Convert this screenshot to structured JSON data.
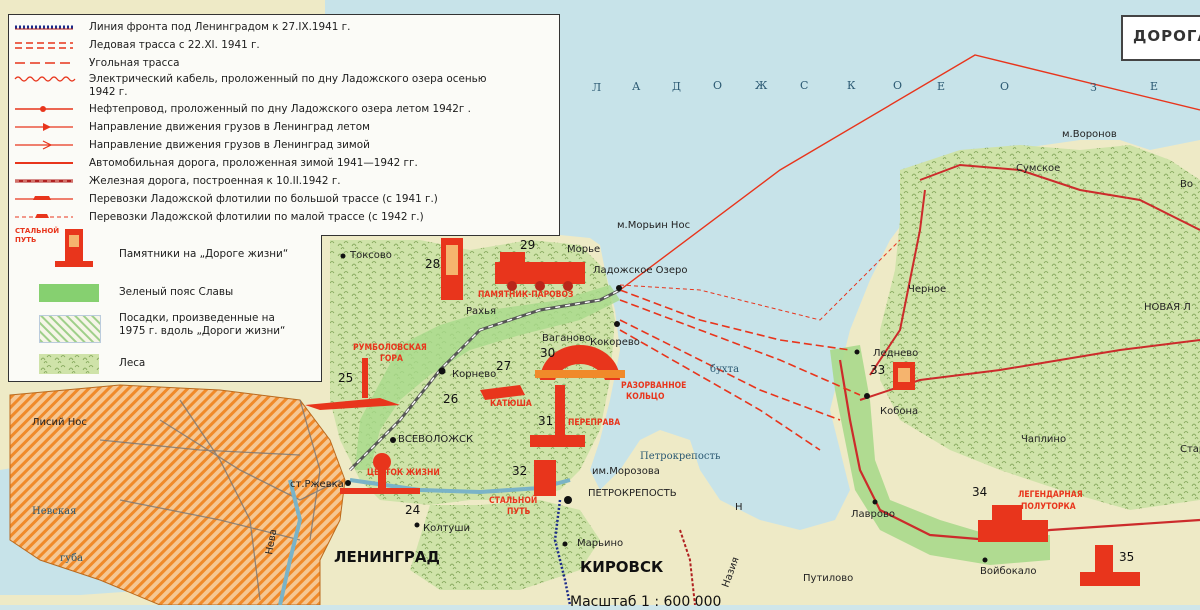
{
  "title": "ДОРОГА",
  "scale": "Масштаб 1 : 600 000",
  "lake_name": [
    "Л",
    "А",
    "Д",
    "О",
    "Ж",
    "С",
    "К",
    "О",
    "Е",
    "О",
    "З",
    "Е"
  ],
  "legend": [
    {
      "text": "Линия фронта под Ленинградом  к 27.IX.1941 г."
    },
    {
      "text": "Ледовая трасса  с 22.XI. 1941 г."
    },
    {
      "text": "Угольная трасса"
    },
    {
      "text": "Электрический кабель, проложенный по дну Ладожского озера осенью"
    },
    {
      "text": "1942 г."
    },
    {
      "text": "Нефтепровод, проложенный по дну Ладожского озера летом 1942г ."
    },
    {
      "text": "Направление движения грузов в Ленинград летом"
    },
    {
      "text": "Направление движения грузов в Ленинград зимой"
    },
    {
      "text": "Автомобильная дорога, проложенная зимой 1941—1942 гг."
    },
    {
      "text": "Железная дорога, построенная  к  10.II.1942 г."
    },
    {
      "text": "Перевозки Ладожской флотилии по  большой трассе  (с 1941 г.)"
    },
    {
      "text": "Перевозки Ладожской флотилии по малой трассе (с 1942 г.)"
    }
  ],
  "legend2": [
    {
      "text": "Памятники на „Дороге жизни“"
    },
    {
      "text": "Зеленый пояс Славы"
    },
    {
      "text": "Посадки, произведенные на"
    },
    {
      "text": "1975 г. вдоль „Дороги жизни“"
    },
    {
      "text": "Леса"
    }
  ],
  "legend_monument_caption": [
    "СТАЛЬНОЙ",
    "ПУТЬ"
  ],
  "places": {
    "voronov": "м.Воронов",
    "sumskoe": "Сумское",
    "morin_nos": "м.Морьин Нос",
    "morye": "Морье",
    "ladozhskoe_ozero": "Ладожское Озеро",
    "toksovo": "Токсово",
    "chernoe": "Черное",
    "novaya": "НОВАЯ Л",
    "vo": "Во",
    "rakhya": "Рахья",
    "vaganovo": "Ваганово",
    "kokorevo": "Кокорево",
    "lednevo": "Леднево",
    "kobona": "Кобона",
    "korneevo": "Корнево",
    "bukhta": "бухта",
    "lisiy_nos": "Лисий Нос",
    "vsevolozhsk": "ВСЕВОЛОЖСК",
    "chaplino": "Чаплино",
    "star": "Стар",
    "petrokrepost_water": "Петрокрепость",
    "morozova": "им.Морозова",
    "petrokrepost": "ПЕТРОКРЕПОСТЬ",
    "rzhevka": "ст.Ржевка",
    "nevskaya": "Невская",
    "guba": "губа",
    "koltushi": "Колтуши",
    "neva": "Нева",
    "leningrad": "ЛЕНИНГРАД",
    "marino": "Марьино",
    "kirovsk": "КИРОВСК",
    "lavrovo": "Лаврово",
    "voybokalo": "Войбокало",
    "putilovo": "Путилово",
    "nazia": "Назия",
    "n": "Н"
  },
  "monuments": {
    "pamyatnik_parovoz": "ПАМЯТНИК-ПАРОВОЗ",
    "rumbolovskaya": [
      "РУМБОЛОВСКАЯ",
      "ГОРА"
    ],
    "katyusha": "КАТЮША",
    "razorvannoe": [
      "РАЗОРВАННОЕ",
      "КОЛЬЦО"
    ],
    "pereprava": "ПЕРЕПРАВА",
    "tsvetok": "ЦВЕТОК ЖИЗНИ",
    "stalnoy": [
      "СТАЛЬНОЙ",
      "ПУТЬ"
    ],
    "polutorka": [
      "ЛЕГЕНДАРНАЯ",
      "ПОЛУТОРКА"
    ]
  },
  "numbers": [
    "29",
    "28",
    "27",
    "30",
    "25",
    "26",
    "31",
    "32",
    "24",
    "33",
    "34",
    "35"
  ]
}
